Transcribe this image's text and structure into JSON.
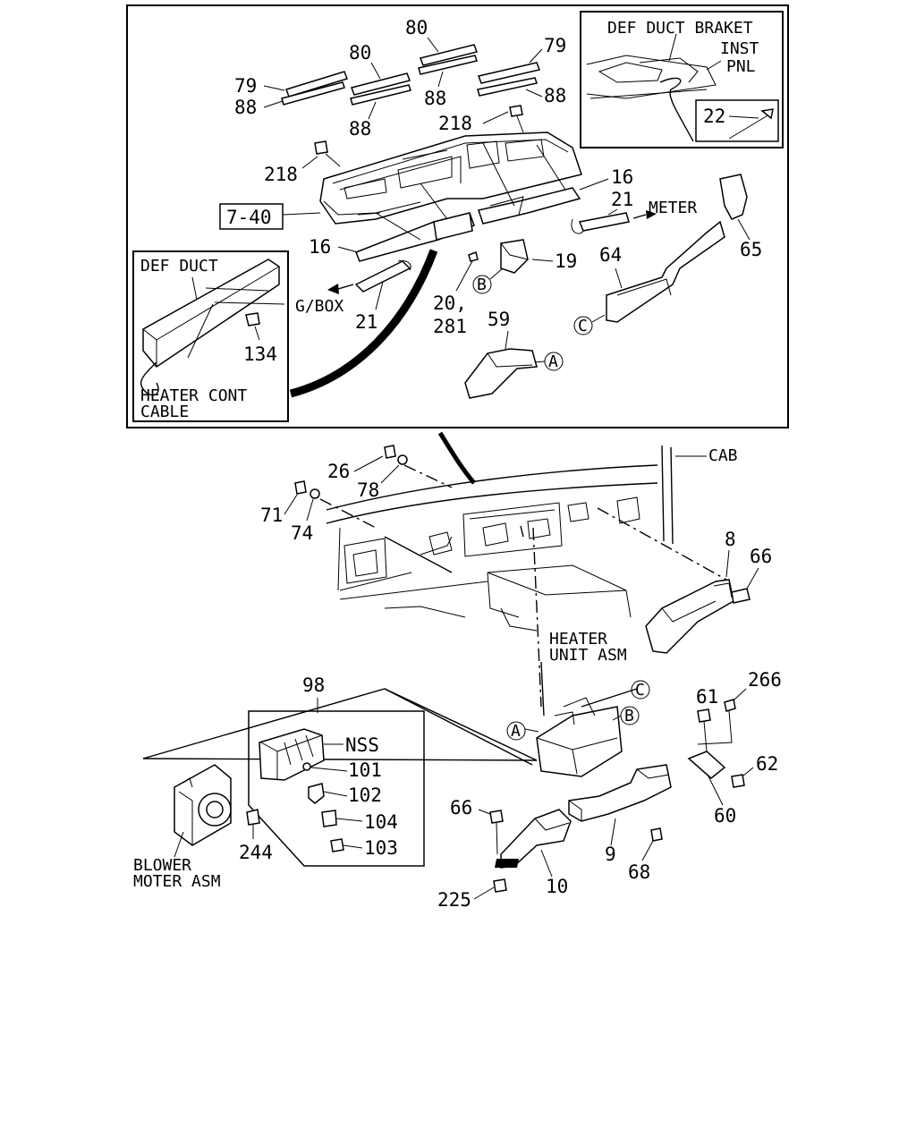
{
  "callouts": {
    "def_duct_braket": "DEF DUCT BRAKET",
    "inst": "INST",
    "pnl": "PNL",
    "p22": "22",
    "def_duct": "DEF DUCT",
    "p134": "134",
    "heater_cont": "HEATER CONT",
    "cable": "CABLE"
  },
  "upper_labels": {
    "p80a": "80",
    "p80b": "80",
    "p79a": "79",
    "p79b": "79",
    "p88a": "88",
    "p88b": "88",
    "p88c": "88",
    "p88d": "88",
    "p218a": "218",
    "p218b": "218",
    "p16a": "16",
    "p16b": "16",
    "p21a": "21",
    "p21b": "21",
    "meter": "METER",
    "gbox": "G/BOX",
    "p7_40": "7-40",
    "p65": "65",
    "p64": "64",
    "p19": "19",
    "p20": "20,",
    "p281": "281",
    "p59": "59",
    "circ_a": "A",
    "circ_b": "B",
    "circ_c": "C"
  },
  "lower_labels": {
    "cab": "CAB",
    "p26": "26",
    "p78": "78",
    "p71": "71",
    "p74": "74",
    "p8": "8",
    "p66a": "66",
    "heater_unit": "HEATER",
    "heater_unit2": "UNIT ASM",
    "p98": "98",
    "nss": "NSS",
    "p101": "101",
    "p102": "102",
    "p104": "104",
    "p103": "103",
    "p244": "244",
    "blower": "BLOWER",
    "blower2": "MOTER ASM",
    "p61": "61",
    "p266": "266",
    "p62": "62",
    "p60": "60",
    "p66b": "66",
    "p9": "9",
    "p68": "68",
    "p10": "10",
    "p225": "225",
    "circ_a": "A",
    "circ_b": "B",
    "circ_c": "C"
  }
}
